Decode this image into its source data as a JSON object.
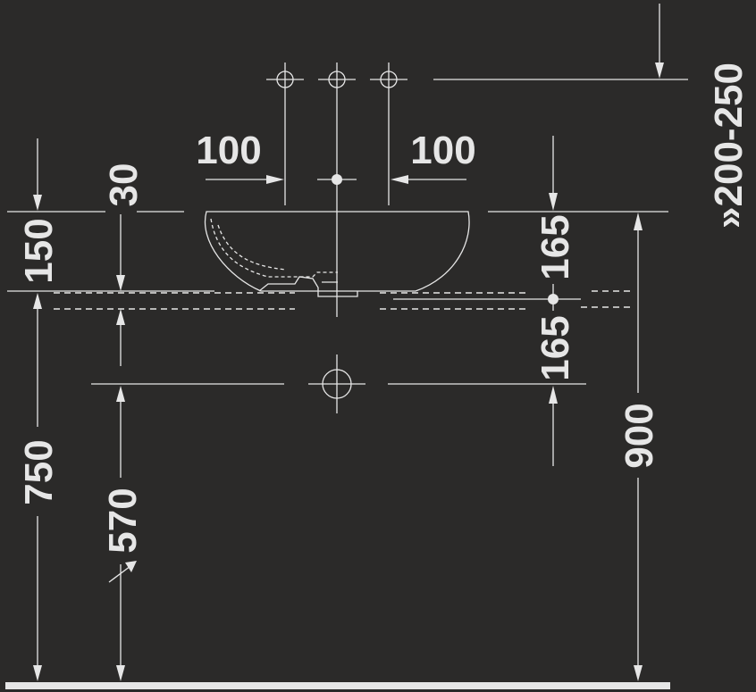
{
  "dimensions": {
    "left_offset": "100",
    "right_offset": "100",
    "basin_rim_offset": "30",
    "basin_height": "150",
    "upper_drain_offset": "165",
    "lower_drain_offset": "165",
    "counter_height": "750",
    "waste_height": "570",
    "total_height": "900",
    "tap_height_range": "»200-250"
  },
  "colors": {
    "background": "#2b2a29",
    "line": "#e6e6e6"
  }
}
